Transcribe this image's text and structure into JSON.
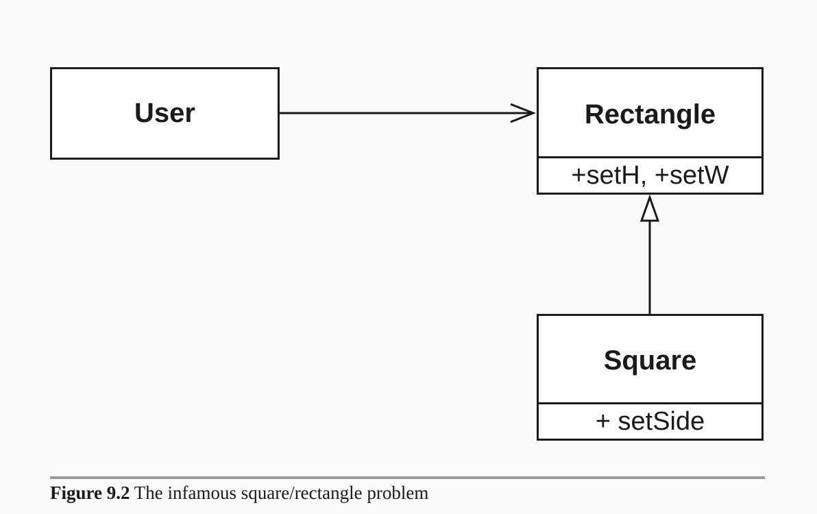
{
  "diagram": {
    "classes": {
      "user": {
        "name": "User"
      },
      "rectangle": {
        "name": "Rectangle",
        "operations": "+setH, +setW"
      },
      "square": {
        "name": "Square",
        "operations": "+ setSide"
      }
    },
    "relations": [
      {
        "from": "User",
        "to": "Rectangle",
        "kind": "association"
      },
      {
        "from": "Square",
        "to": "Rectangle",
        "kind": "generalization"
      }
    ]
  },
  "caption": {
    "label": "Figure 9.2",
    "text": " The infamous square/rectangle problem"
  }
}
